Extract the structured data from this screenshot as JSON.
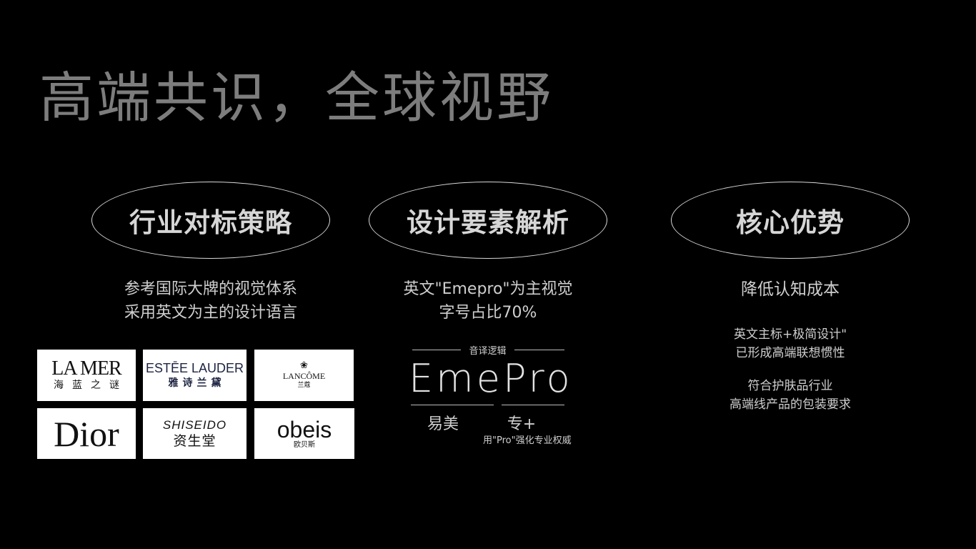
{
  "slide": {
    "title": "高端共识，全球视野",
    "colors": {
      "background": "#000000",
      "title": "#7d7d7d",
      "text": "#cfcfcf",
      "outline": "#d9d9d9"
    }
  },
  "columns": [
    {
      "heading": "行业对标策略",
      "desc": [
        "参考国际大牌的视觉体系",
        "采用英文为主的设计语言"
      ],
      "logos": [
        {
          "name": "LA MER",
          "cn": "海蓝之谜"
        },
        {
          "name": "ESTĒE LAUDER",
          "cn": "雅诗兰黛"
        },
        {
          "name": "LANCÔME",
          "cn": "兰蔻",
          "icon": "rose-icon"
        },
        {
          "name": "Dior",
          "cn": ""
        },
        {
          "name": "SHISEIDO",
          "cn": "资生堂"
        },
        {
          "name": "obeis",
          "cn": "欧贝斯"
        }
      ]
    },
    {
      "heading": "设计要素解析",
      "desc": [
        "英文\"Emepro\"为主视觉",
        "字号占比70%"
      ],
      "diagram": {
        "label": "音译逻辑",
        "word": "EmePro",
        "left_part": "易美",
        "right_part": "专+",
        "note": "用\"Pro\"强化专业权威"
      }
    },
    {
      "heading": "核心优势",
      "desc": [
        "降低认知成本"
      ],
      "points": [
        [
          "英文主标+极简设计\"",
          "已形成高端联想惯性"
        ],
        [
          "符合护肤品行业",
          "高端线产品的包装要求"
        ]
      ]
    }
  ]
}
